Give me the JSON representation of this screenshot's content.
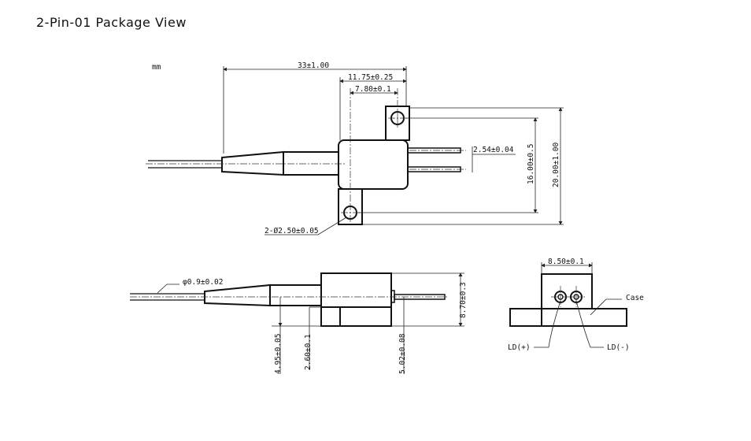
{
  "title": "2-Pin-01 Package View",
  "top_view": {
    "unit": "mm",
    "dim_length": "33±1.00",
    "dim_body_tab": "11.75±0.25",
    "dim_hole_offset": "7.80±0.1",
    "dim_pin_pitch": "2.54±0.04",
    "dim_hole_spacing": "16.00±0.5",
    "dim_tab_span": "20.00±1.00",
    "dim_holes": "2-Ø2.50±0.05"
  },
  "side_view": {
    "dim_fiber": "φ0.9±0.02",
    "dim_height": "8.70±0.3",
    "dim_fiber_axis": "4.95±0.05",
    "dim_base": "2.60±0.1",
    "dim_pin_axis": "5.02±0.08"
  },
  "end_view": {
    "dim_width": "8.50±0.1",
    "case_label": "Case",
    "ld_plus": "LD(+)",
    "ld_minus": "LD(-)"
  }
}
